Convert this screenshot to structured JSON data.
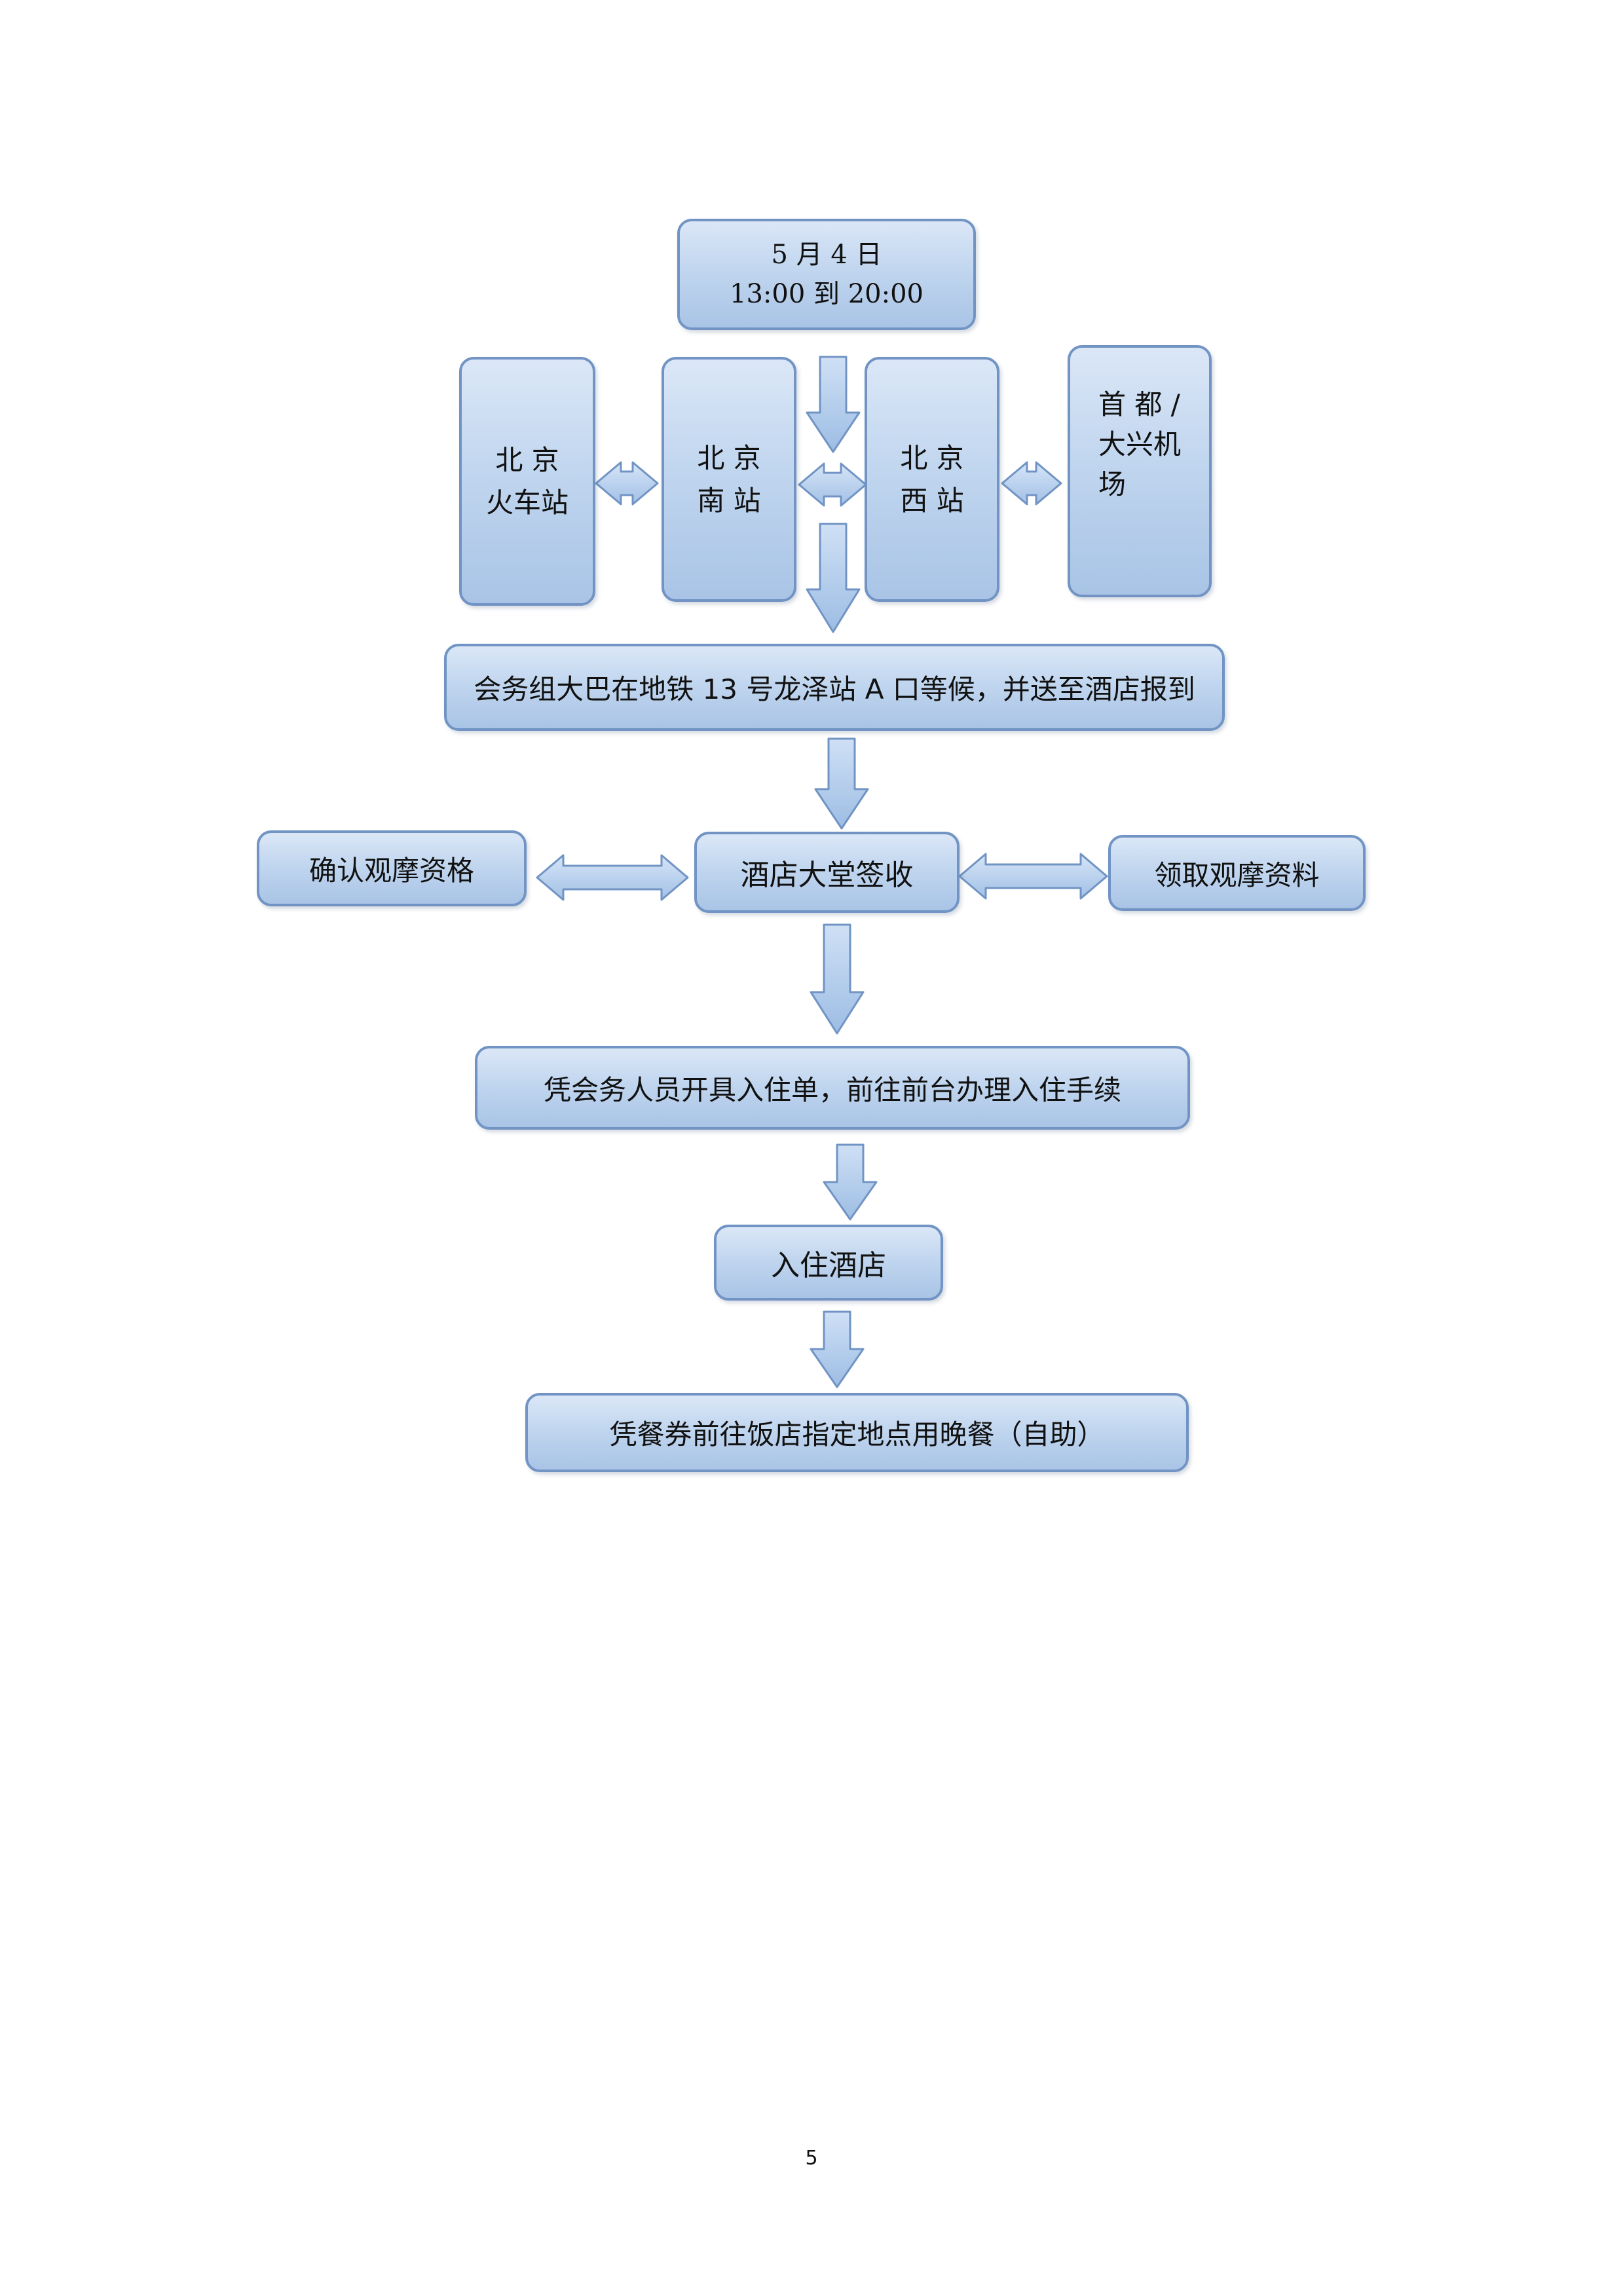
{
  "flow": {
    "date_box": {
      "line1": "5 月 4 日",
      "line2": "13:00 到 20:00"
    },
    "stations": {
      "train": {
        "line1": "北 京",
        "line2": "火车站"
      },
      "south": {
        "line1": "北 京",
        "line2": "南 站"
      },
      "west": {
        "line1": "北 京",
        "line2": "西 站"
      },
      "airport": {
        "line1": "首 都 /",
        "line2": "大兴机",
        "line3": "场"
      }
    },
    "bus": "会务组大巴在地铁 13 号龙泽站 A 口等候，并送至酒店报到",
    "confirm": "确认观摩资格",
    "lobby": "酒店大堂签收",
    "materials": "领取观摩资料",
    "checkin_form": "凭会务人员开具入住单，前往前台办理入住手续",
    "stay": "入住酒店",
    "dinner": "凭餐券前往饭店指定地点用晚餐（自助）"
  },
  "page_number": "5",
  "colors": {
    "box_border": "#7194c4",
    "box_fill_top": "#dbe7f7",
    "box_fill_bottom": "#a9c4e6",
    "arrow_fill": "#aac6e8",
    "arrow_stroke": "#7194c4"
  }
}
